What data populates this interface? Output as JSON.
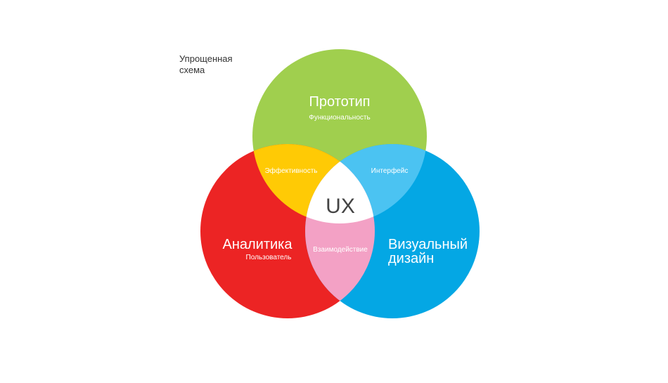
{
  "caption": {
    "line1": "Упрощенная",
    "line2": "схема"
  },
  "circles": {
    "top": {
      "title": "Прототип",
      "subtitle": "Функциональность",
      "color": "#A0CF4E"
    },
    "left": {
      "title": "Аналитика",
      "subtitle": "Пользователь",
      "color": "#EC2424"
    },
    "right": {
      "title_line1": "Визуальный",
      "title_line2": "дизайн",
      "color": "#04A7E4"
    }
  },
  "overlaps": {
    "top_left": {
      "label": "Эффективность",
      "color": "#FFCA05"
    },
    "top_right": {
      "label": "Интерфейс",
      "color": "#4BC3F2"
    },
    "left_right": {
      "label": "Взаимодействие",
      "color": "#F3A1C5"
    },
    "center": {
      "label": "UX",
      "color": "#FFFFFF"
    }
  }
}
